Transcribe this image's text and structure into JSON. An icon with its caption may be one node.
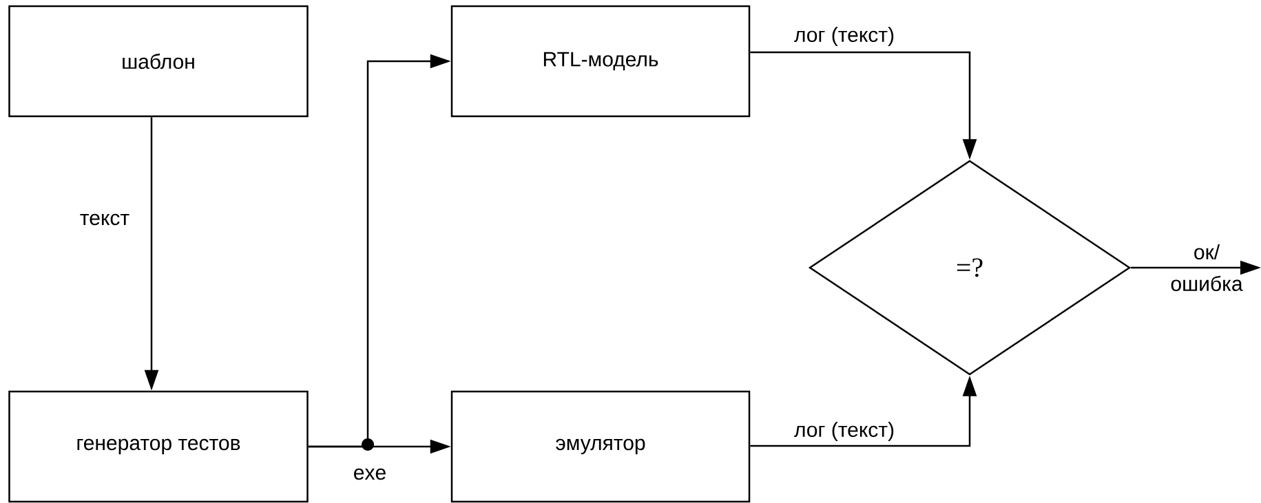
{
  "diagram": {
    "nodes": [
      {
        "text": [
          "шаблон"
        ]
      },
      {
        "text": [
          "генератор  тестов"
        ]
      },
      {
        "text": [
          "RTL-модель"
        ]
      },
      {
        "text": [
          "эмулятор"
        ]
      },
      {
        "text": [
          "=?"
        ]
      }
    ],
    "edges": [
      {
        "from": 0,
        "to": 1,
        "arrow": "to",
        "label": "текст"
      },
      {
        "from": 1,
        "to": 2,
        "arrow": "to"
      },
      {
        "from": 1,
        "to": 3,
        "arrow": "to",
        "label": "exe"
      },
      {
        "from": 2,
        "to": 4,
        "arrow": "to",
        "label": "лог (текст)"
      },
      {
        "from": 3,
        "to": 4,
        "arrow": "to",
        "label": "лог (текст)"
      },
      {
        "from": 4,
        "to": null,
        "arrow": "to",
        "label": "ок/ ошибка"
      }
    ]
  }
}
